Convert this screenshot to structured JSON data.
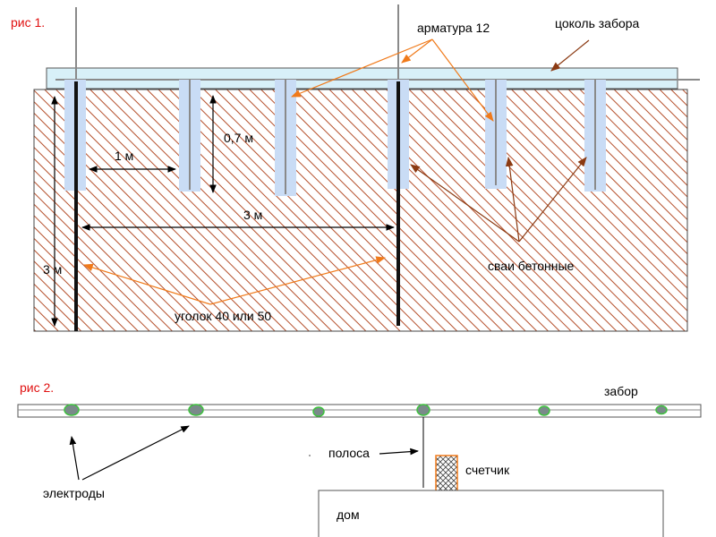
{
  "fig1": {
    "title": "рис 1.",
    "label_rebar": "арматура 12",
    "label_plinth": "цоколь забора",
    "dim_depth_pile": "0,7 м",
    "dim_pile_spacing": "1 м",
    "dim_electrode_spacing": "3 м",
    "dim_electrode_depth": "3 м",
    "label_piles": "сваи бетонные",
    "label_angle": "уголок 40 или 50"
  },
  "fig2": {
    "title": "рис 2.",
    "label_fence": "забор",
    "label_electrodes": "электроды",
    "label_strip": "полоса",
    "label_meter": "счетчик",
    "label_house": "дом"
  },
  "colors": {
    "soil_hatch": "#b5502c",
    "plinth_fill": "#d8f0f8",
    "pile_fill": "#c9dcf5",
    "rebar": "#8a8a8a",
    "angle": "#111111",
    "arrow_orange": "#f07a1a",
    "arrow_brown": "#8b3a12",
    "title_red": "#e01010",
    "electrode_fill": "#7a8a8a",
    "electrode_edge": "#3ec23e"
  }
}
